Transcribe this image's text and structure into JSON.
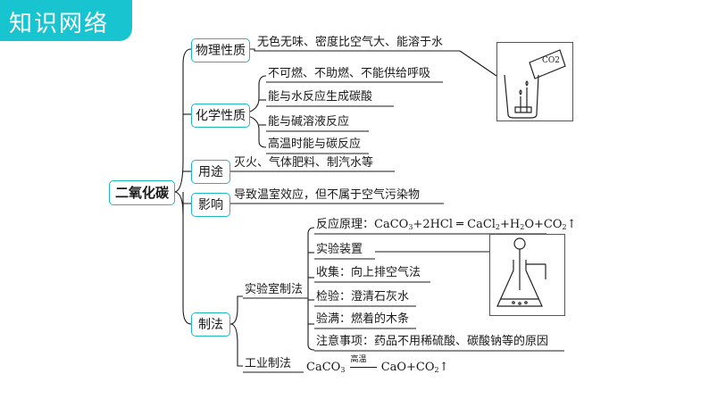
{
  "banner": {
    "title": "知识网络"
  },
  "root": {
    "label": "二氧化碳"
  },
  "categories": {
    "physical": {
      "label": "物理性质",
      "items": [
        "无色无味、密度比空气大、能溶于水"
      ]
    },
    "chemical": {
      "label": "化学性质",
      "items": [
        "不可燃、不助燃、不能供给呼吸",
        "能与水反应生成碳酸",
        "能与碱溶液反应",
        "高温时能与碳反应"
      ]
    },
    "uses": {
      "label": "用途",
      "items": [
        "灭火、气体肥料、制汽水等"
      ]
    },
    "impact": {
      "label": "影响",
      "items": [
        "导致温室效应，但不属于空气污染物"
      ]
    },
    "preparation": {
      "label": "制法",
      "lab": {
        "label": "实验室制法",
        "reaction_prefix": "反应原理：",
        "items": [
          "实验装置",
          "收集：向上排空气法",
          "检验：澄清石灰水",
          "验满：燃着的木条",
          "注意事项：药品不用稀硫酸、碳酸钠等的原因"
        ]
      },
      "industrial": {
        "label": "工业制法",
        "condition": "高温"
      }
    }
  },
  "image_labels": {
    "co2_jar": "CO2"
  }
}
